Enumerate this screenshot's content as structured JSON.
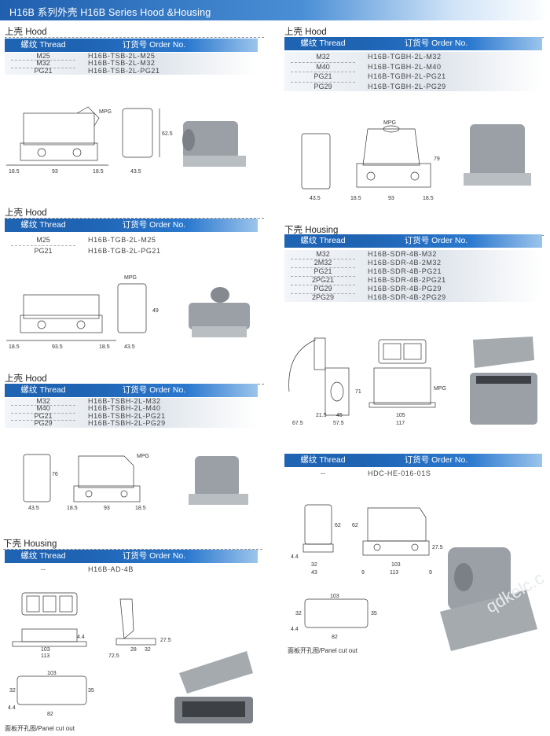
{
  "banner": {
    "title": "H16B 系列外壳  H16B Series Hood &Housing"
  },
  "headers": {
    "thread": "螺纹 Thread",
    "order": "订货号 Order No."
  },
  "left": {
    "s1": {
      "title": "上壳 Hood",
      "threads": [
        "M25",
        "M32",
        "PG21"
      ],
      "orders": [
        "H16B-TSB-2L-M25",
        "H16B-TSB-2L-M32",
        "H16B-TSB-2L-PG21"
      ],
      "dims": {
        "a": "18.5",
        "b": "93",
        "c": "18.5",
        "d": "62.5",
        "e": "43.5",
        "f": "MPG"
      }
    },
    "s2": {
      "title": "上壳 Hood",
      "threads": [
        "M25",
        "PG21"
      ],
      "orders": [
        "H16B-TGB-2L-M25",
        "H16B-TGB-2L-PG21"
      ],
      "dims": {
        "a": "18.5",
        "b": "93.5",
        "c": "18.5",
        "d": "49",
        "e": "43.5",
        "f": "MPG"
      }
    },
    "s3": {
      "title": "上壳 Hood",
      "threads": [
        "M32",
        "M40",
        "PG21",
        "PG29"
      ],
      "orders": [
        "H16B-TSBH-2L-M32",
        "H16B-TSBH-2L-M40",
        "H16B-TSBH-2L-PG21",
        "H16B-TSBH-2L-PG29"
      ],
      "dims": {
        "a": "43.5",
        "b": "76",
        "c": "18.5",
        "d": "93",
        "e": "18.5",
        "f": "MPG"
      }
    },
    "s4": {
      "title": "下壳 Housing",
      "threads": [
        "--"
      ],
      "orders": [
        "H16B-AD-4B"
      ],
      "dims": {
        "a": "103",
        "b": "113",
        "c": "4.4",
        "d": "72.5",
        "e": "28",
        "f": "32",
        "g": "27.5"
      }
    },
    "cut": {
      "dims": {
        "w": "103",
        "h1": "35",
        "h2": "32",
        "d": "4.4",
        "w2": "82"
      },
      "caption": "面板开孔图/Panel cut out"
    }
  },
  "right": {
    "s1": {
      "title": "上壳 Hood",
      "threads": [
        "M32",
        "M40",
        "PG21",
        "PG29"
      ],
      "orders": [
        "H16B-TGBH-2L-M32",
        "H16B-TGBH-2L-M40",
        "H16B-TGBH-2L-PG21",
        "H16B-TGBH-2L-PG29"
      ],
      "dims": {
        "a": "43.5",
        "b": "MPG",
        "c": "79",
        "d": "18.5",
        "e": "93",
        "f": "18.5"
      }
    },
    "s2": {
      "title": "下壳 Housing",
      "threads": [
        "M32",
        "2M32",
        "PG21",
        "2PG21",
        "PG29",
        "2PG29"
      ],
      "orders": [
        "H16B-SDR-4B-M32",
        "H16B-SDR-4B-2M32",
        "H16B-SDR-4B-PG21",
        "H16B-SDR-4B-2PG21",
        "H16B-SDR-4B-PG29",
        "H16B-SDR-4B-2PG29"
      ],
      "dims": {
        "a": "21.5",
        "b": "45",
        "c": "67.5",
        "d": "57.5",
        "e": "71",
        "f": "105",
        "g": "117",
        "h": "MPG"
      }
    },
    "s3": {
      "threads": [
        "--"
      ],
      "orders": [
        "HDC-HE-016-01S"
      ],
      "dims": {
        "a": "62",
        "b": "4.4",
        "c": "32",
        "d": "43",
        "e": "62",
        "f": "103",
        "g": "113",
        "h": "9",
        "i": "9",
        "j": "27.5"
      }
    },
    "cut": {
      "dims": {
        "w": "103",
        "h1": "35",
        "h2": "32",
        "d": "4.4",
        "w2": "82"
      },
      "caption": "面板开孔图/Panel cut out"
    },
    "watermark": "qdkelc.c"
  },
  "colors": {
    "accent": "#1f63b3",
    "banner_light": "#cfe3f7",
    "part_grey": "#8e9398"
  }
}
